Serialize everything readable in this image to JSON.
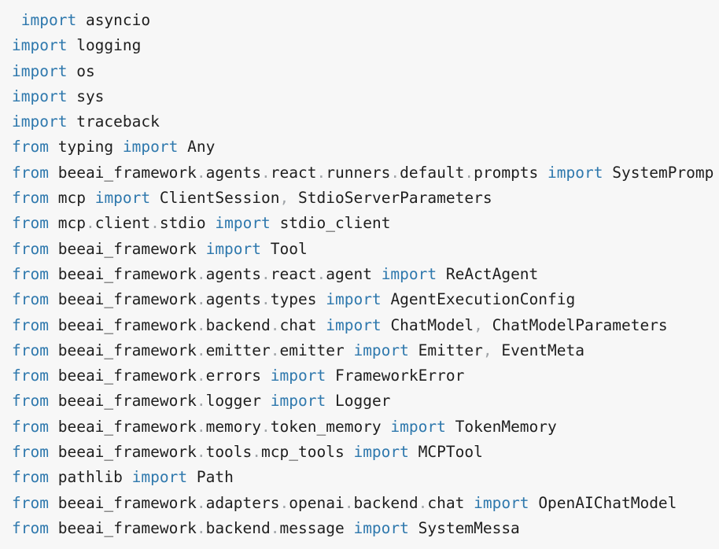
{
  "page": {
    "background_color": "#f7f7f7",
    "kind": "python-source-view"
  },
  "code": {
    "language": "python",
    "colors": {
      "keyword": "#2e78ad",
      "identifier": "#1e1e1e",
      "punctuation": "#a0a4a8"
    },
    "keywords": [
      "from",
      "import"
    ],
    "lines": [
      " import asyncio",
      "import logging",
      "import os",
      "import sys",
      "import traceback",
      "from typing import Any",
      "from beeai_framework.agents.react.runners.default.prompts import SystemPromp",
      "from mcp import ClientSession, StdioServerParameters",
      "from mcp.client.stdio import stdio_client",
      "from beeai_framework import Tool",
      "from beeai_framework.agents.react.agent import ReActAgent",
      "from beeai_framework.agents.types import AgentExecutionConfig",
      "from beeai_framework.backend.chat import ChatModel, ChatModelParameters",
      "from beeai_framework.emitter.emitter import Emitter, EventMeta",
      "from beeai_framework.errors import FrameworkError",
      "from beeai_framework.logger import Logger",
      "from beeai_framework.memory.token_memory import TokenMemory",
      "from beeai_framework.tools.mcp_tools import MCPTool",
      "from pathlib import Path",
      "from beeai_framework.adapters.openai.backend.chat import OpenAIChatModel",
      "from beeai_framework.backend.message import SystemMessa"
    ]
  }
}
